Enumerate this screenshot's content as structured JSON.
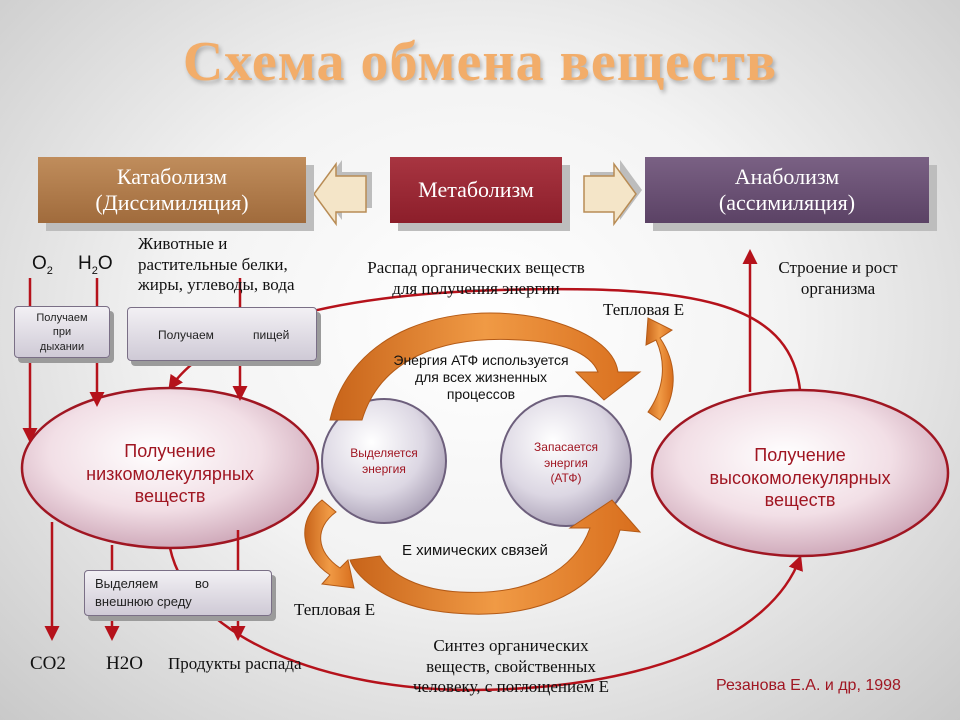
{
  "title": "Схема обмена веществ",
  "headers": {
    "catabolism_line1": "Катаболизм",
    "catabolism_line2": "(Диссимиляция)",
    "metabolism": "Метаболизм",
    "anabolism_line1": "Анаболизм",
    "anabolism_line2": "(ассимиляция)"
  },
  "inputs": {
    "o2": "O",
    "o2_sub": "2",
    "h2o_h": "H",
    "h2o_sub": "2",
    "h2o_o": "O",
    "food_l1": "Животные и",
    "food_l2": "растительные белки,",
    "food_l3": "жиры, углеводы, вода"
  },
  "breakdown_l1": "Распад органических веществ",
  "breakdown_l2": "для получения энергии",
  "structure_l1": "Строение и рост",
  "structure_l2": "организма",
  "heat_top": "Тепловая Е",
  "heat_bottom": "Тепловая Е",
  "atp_use_l1": "Энергия АТФ используется",
  "atp_use_l2": "для всех жизненных",
  "atp_use_l3": "процессов",
  "chem_bonds": "Е химических связей",
  "synthesis_l1": "Синтез органических",
  "synthesis_l2": "веществ, свойственных",
  "synthesis_l3": "человеку, с поглощением Е",
  "boxes": {
    "breathing_l1": "Получаем",
    "breathing_l2": "при",
    "breathing_l3": "дыхании",
    "food_a": "Получаем",
    "food_b": "пищей",
    "excrete_a": "Выделяем",
    "excrete_b": "во",
    "excrete_c": "внешнюю среду"
  },
  "ellipses": {
    "left_l1": "Получение",
    "left_l2": "низкомолекулярных",
    "left_l3": "веществ",
    "right_l1": "Получение",
    "right_l2": "высокомолекулярных",
    "right_l3": "веществ"
  },
  "circles": {
    "release_l1": "Выделяется",
    "release_l2": "энергия",
    "store_l1": "Запасается",
    "store_l2": "энергия",
    "store_l3": "(АТФ)"
  },
  "outputs": {
    "co2": "CO2",
    "h2o": "H2O",
    "products": "Продукты распада"
  },
  "citation": "Резанова Е.А. и др, 1998",
  "colors": {
    "title": "#f2ad6a",
    "catabolism": "#b07a4b",
    "metabolism": "#9a2430",
    "anabolism": "#6a4f74",
    "arrow_red": "#b5121b",
    "arrow_orange": "#e07a1f",
    "ellipse_text": "#a01622"
  }
}
